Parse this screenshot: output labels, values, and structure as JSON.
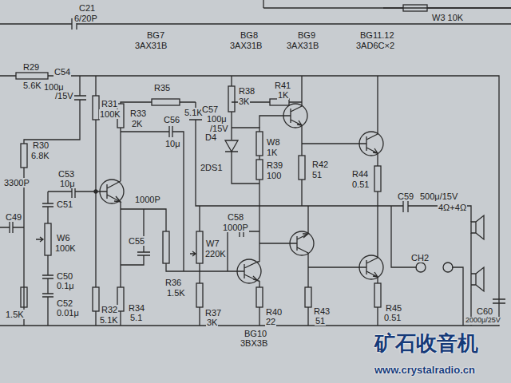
{
  "diagram": {
    "labels": [
      "C21",
      "6/20P",
      "W3 10K",
      "BG7",
      "3AX31B",
      "BG8",
      "3AX31B",
      "BG9",
      "3AX31B",
      "BG11.12",
      "3AD6C×2",
      "R29",
      "5.6K",
      "C54",
      "100μ",
      "/15V",
      "R31",
      "100K",
      "R35",
      "5.1K",
      "R33",
      "2K",
      "C57",
      "100μ",
      "/15V",
      "R38",
      "3K",
      "R41",
      "1K",
      "C56",
      "10μ",
      "D4",
      "2DS1",
      "W8",
      "1K",
      "R39",
      "100",
      "R42",
      "51",
      "R44",
      "0.51",
      "C59",
      "500μ/15V",
      "4Ω+4Ω",
      "R30",
      "6.8K",
      "C53",
      "10μ",
      "3300P",
      "C49",
      "C51",
      "W6",
      "100K",
      "1000P",
      "C55",
      "C58",
      "1000P",
      "W7",
      "220K",
      "R36",
      "1.5K",
      "R34",
      "5.1",
      "R37",
      "3K",
      "R40",
      "22",
      "R43",
      "51",
      "R45",
      "0.51",
      "CH2",
      "C50",
      "0.1μ",
      "C52",
      "0.01μ",
      "R32",
      "5.1K",
      "1.5K",
      "C60",
      "2000μ/25V",
      "BG10",
      "3BX3B",
      "矿石收音机",
      "www.crystalradio.cn"
    ]
  }
}
